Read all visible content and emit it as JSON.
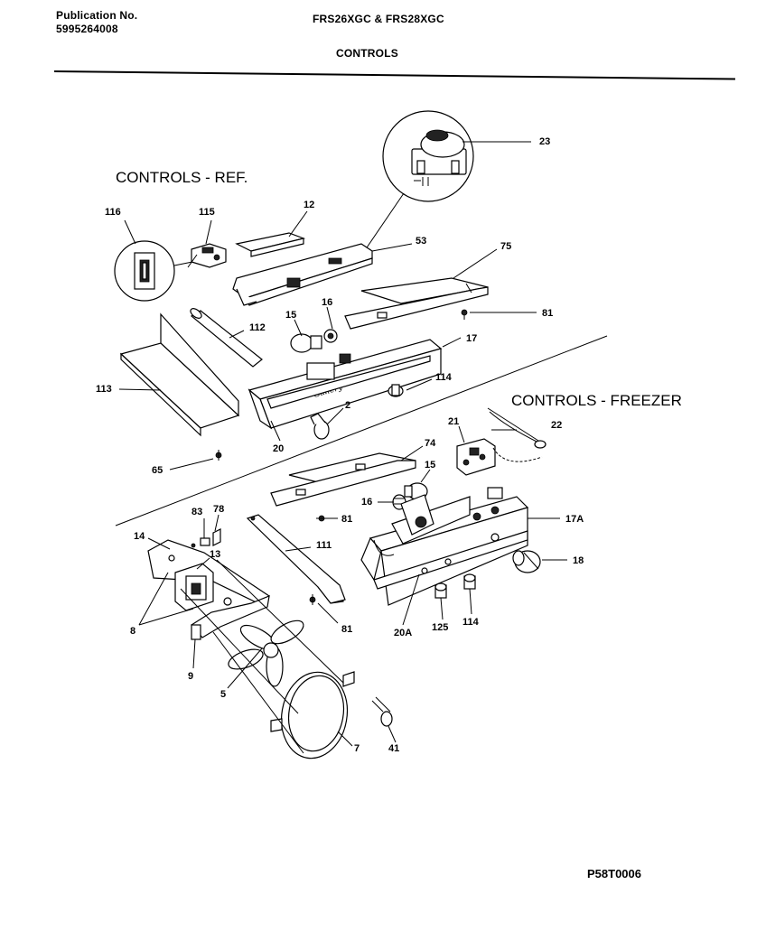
{
  "header": {
    "publication_label": "Publication No.",
    "publication_number": "5995264008",
    "models": "FRS26XGC & FRS28XGC",
    "section_title": "CONTROLS"
  },
  "sections": {
    "ref": "CONTROLS - REF.",
    "freezer": "CONTROLS - FREEZER"
  },
  "callouts": {
    "c23": "23",
    "c116": "116",
    "c115": "115",
    "c12": "12",
    "c53": "53",
    "c75": "75",
    "c81a": "81",
    "c16a": "16",
    "c15a": "15",
    "c112": "112",
    "c17": "17",
    "c114a": "114",
    "c113": "113",
    "c2": "2",
    "c20": "20",
    "c65": "65",
    "c74": "74",
    "c21": "21",
    "c22": "22",
    "c15b": "15",
    "c16b": "16",
    "c78": "78",
    "c83": "83",
    "c81b": "81",
    "c17A": "17A",
    "c14": "14",
    "c13": "13",
    "c111": "111",
    "c18": "18",
    "c8": "8",
    "c81c": "81",
    "c20A": "20A",
    "c125": "125",
    "c114b": "114",
    "c9": "9",
    "c5": "5",
    "c7": "7",
    "c41": "41"
  },
  "footer": {
    "code": "P58T0006"
  }
}
